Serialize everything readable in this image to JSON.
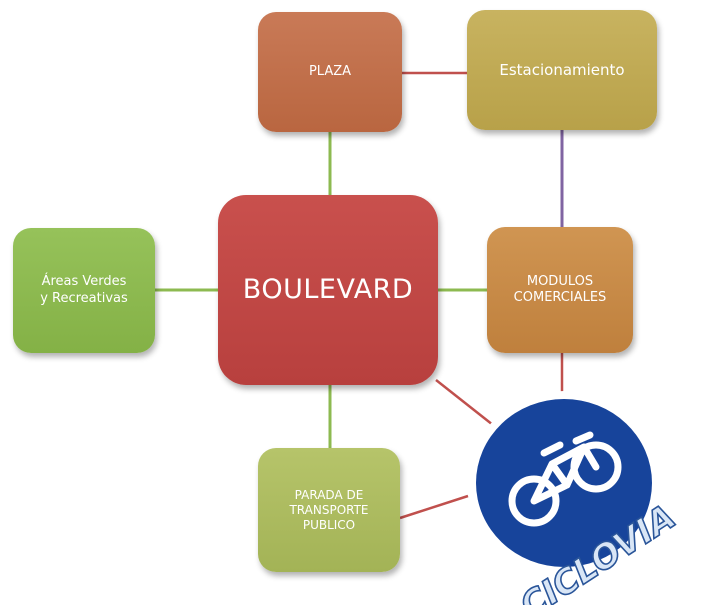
{
  "nodes": {
    "plaza": "PLAZA",
    "estacionamiento": "Estacionamiento",
    "boulevard": "BOULEVARD",
    "areas": "Áreas Verdes\ny Recreativas",
    "modulos": "MODULOS\nCOMERCIALES",
    "parada": "PARADA DE\nTRANSPORTE\nPUBLICO",
    "ciclovia": "CICLOVIA"
  },
  "colors": {
    "plaza": "#c26f4b",
    "estacionamiento": "#c0aa55",
    "boulevard": "#c04846",
    "areas": "#8dba50",
    "modulos": "#c88a47",
    "parada": "#adbb60",
    "sign": "#17449b",
    "connector_green": "#8dba50",
    "connector_red": "#c0504d",
    "connector_purple": "#8064a2"
  },
  "icons": {
    "sign": "bicycle-icon"
  }
}
